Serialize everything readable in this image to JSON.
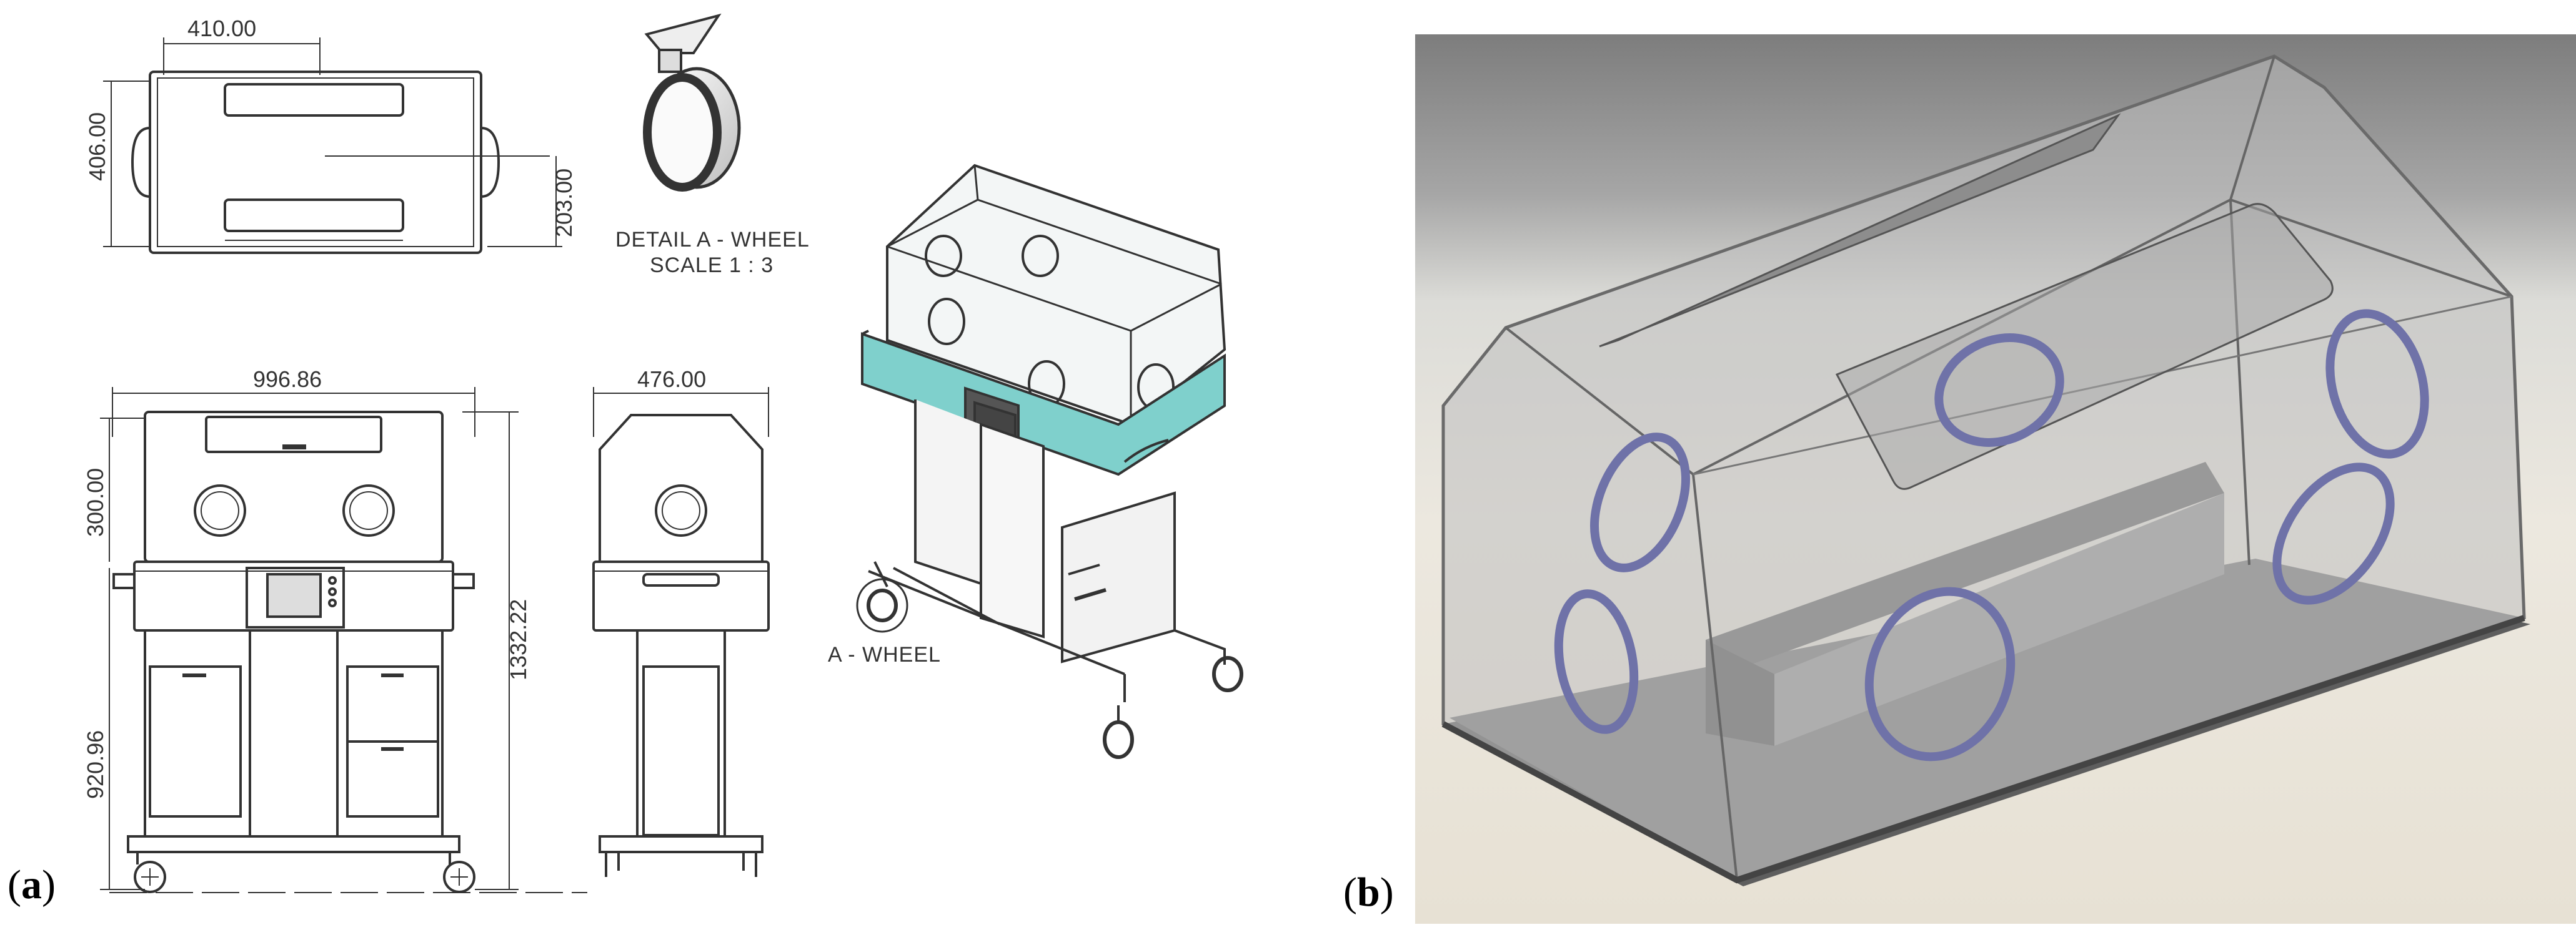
{
  "panels": {
    "a": {
      "open": "(",
      "letter": "a",
      "close": ")"
    },
    "b": {
      "open": "(",
      "letter": "b",
      "close": ")"
    }
  },
  "dimensions": {
    "top_width": "410.00",
    "top_depth": "406.00",
    "top_half_depth": "203.00",
    "front_width": "996.86",
    "hood_height": "300.00",
    "base_height": "920.96",
    "total_height": "1332.22",
    "side_width": "476.00"
  },
  "detail": {
    "title": "DETAIL A - WHEEL",
    "scale": "SCALE 1 : 3",
    "callout": "A - WHEEL"
  },
  "colors": {
    "line": "#333333",
    "cabinet": "#7fd0cc",
    "port_ring": "#6f72a8",
    "render_bg_top": "#8a8a8a",
    "render_bg_floor": "#e8e4dc"
  }
}
